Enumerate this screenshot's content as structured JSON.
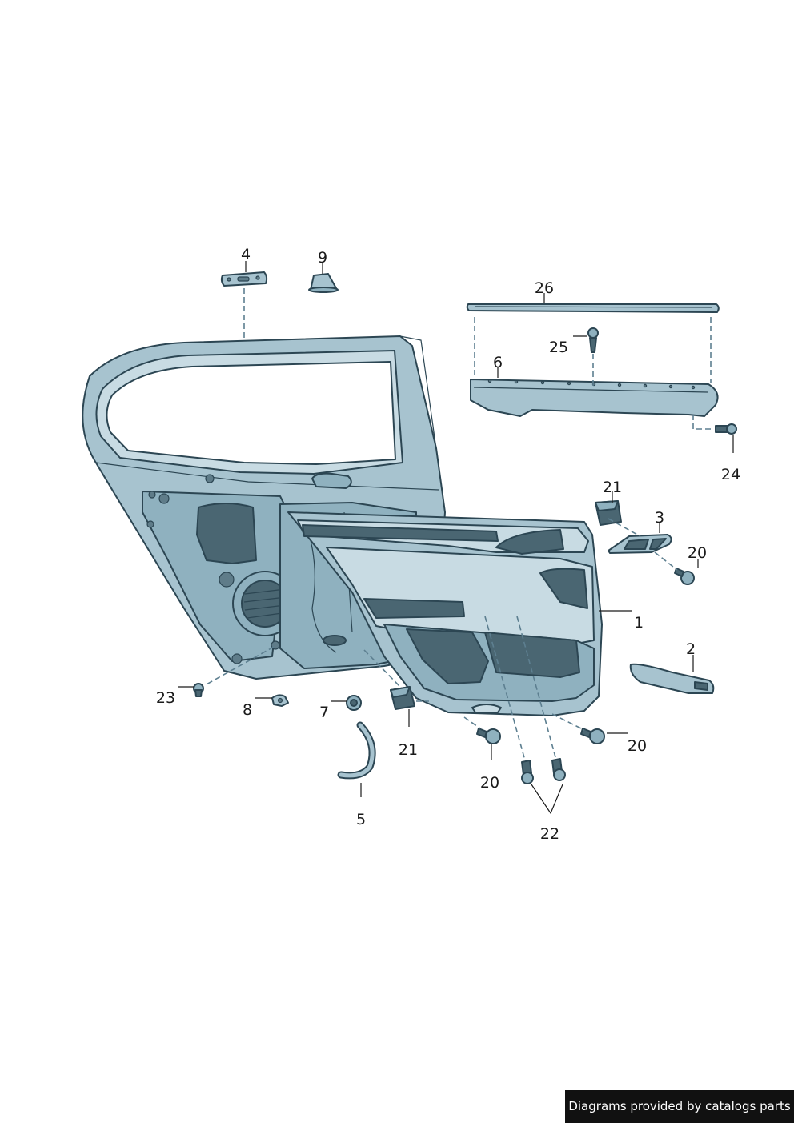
{
  "callouts": {
    "c1": "1",
    "c2": "2",
    "c3": "3",
    "c4": "4",
    "c5": "5",
    "c6": "6",
    "c7": "7",
    "c8": "8",
    "c9": "9",
    "c20a": "20",
    "c20b": "20",
    "c20c": "20",
    "c21a": "21",
    "c21b": "21",
    "c22": "22",
    "c23": "23",
    "c24": "24",
    "c25": "25",
    "c26": "26"
  },
  "footer": {
    "credit": "Diagrams provided by catalogs parts"
  },
  "colors": {
    "panel": "#a7c3cf",
    "panel_light": "#c8dbe3",
    "panel_dark": "#4a6672",
    "outline": "#2c4653",
    "leader_dash": "#5d7f90"
  }
}
